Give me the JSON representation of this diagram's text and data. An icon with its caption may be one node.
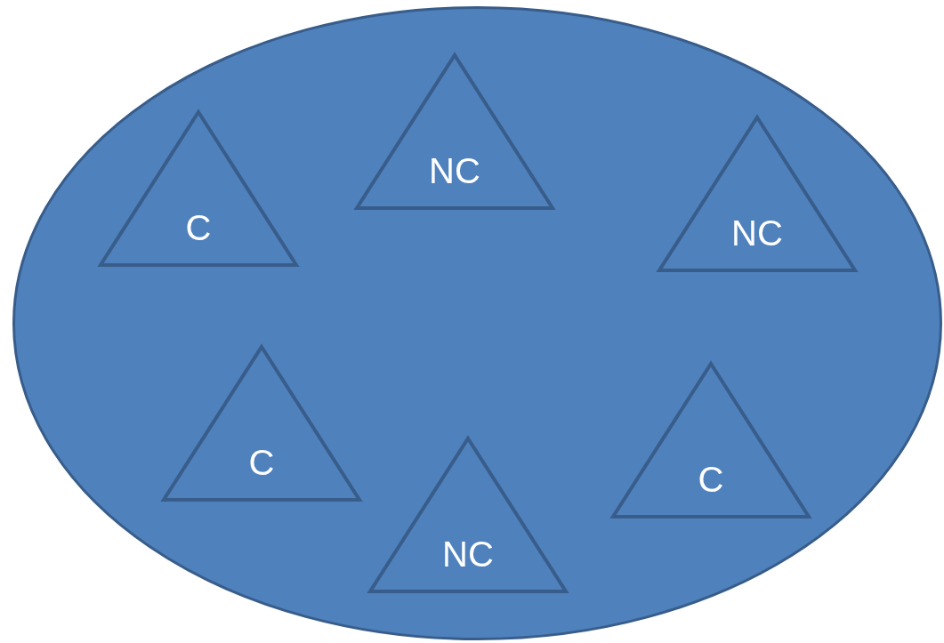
{
  "diagram": {
    "nodes": [
      {
        "text": [],
        "shape": "ellipse"
      },
      {
        "text": [
          "C"
        ],
        "in": 0
      },
      {
        "text": [
          "NC"
        ],
        "in": 0
      },
      {
        "text": [
          "NC"
        ],
        "in": 0
      },
      {
        "text": [
          "C"
        ],
        "in": 0
      },
      {
        "text": [
          "NC"
        ],
        "in": 0
      },
      {
        "text": [
          "C"
        ],
        "in": 0
      }
    ]
  }
}
